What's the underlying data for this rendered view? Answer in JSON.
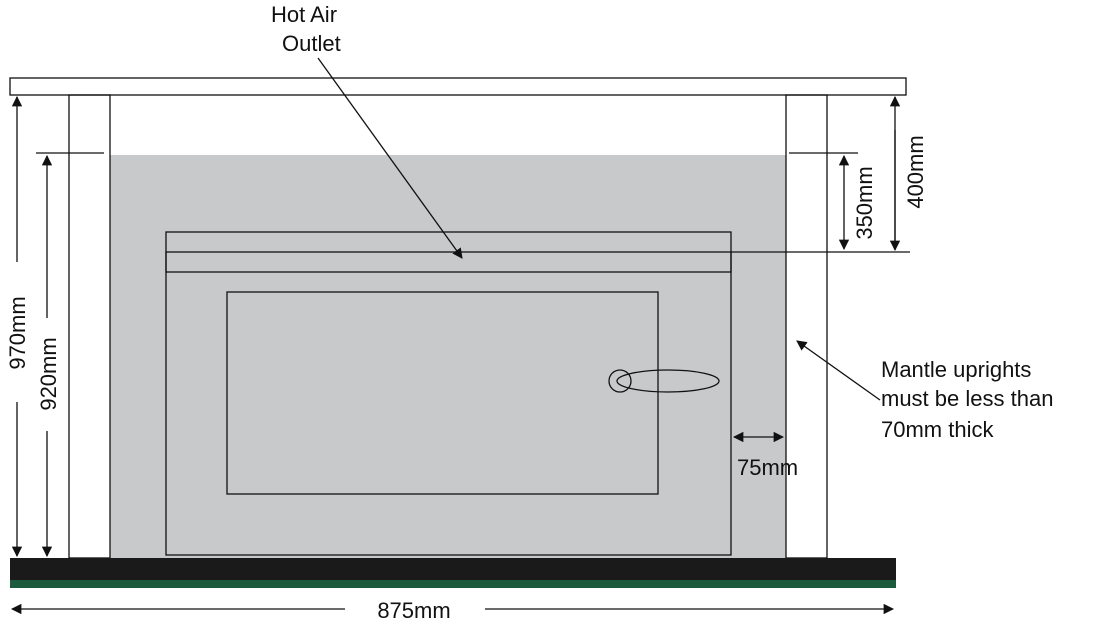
{
  "labels": {
    "hot_air_line1": "Hot Air",
    "hot_air_line2": "Outlet",
    "mantle_line1": "Mantle uprights",
    "mantle_line2": "must be less than",
    "mantle_line3": "70mm thick"
  },
  "dimensions": {
    "total_height": "970mm",
    "inner_height": "920mm",
    "top_to_outlet": "400mm",
    "recess_to_outlet": "350mm",
    "side_gap": "75mm",
    "total_width": "875mm"
  },
  "colors": {
    "recess": "#c8c9cb",
    "hearth": "#1a1a1a",
    "hearth_edge": "#1c5a3c",
    "line": "#111111"
  }
}
